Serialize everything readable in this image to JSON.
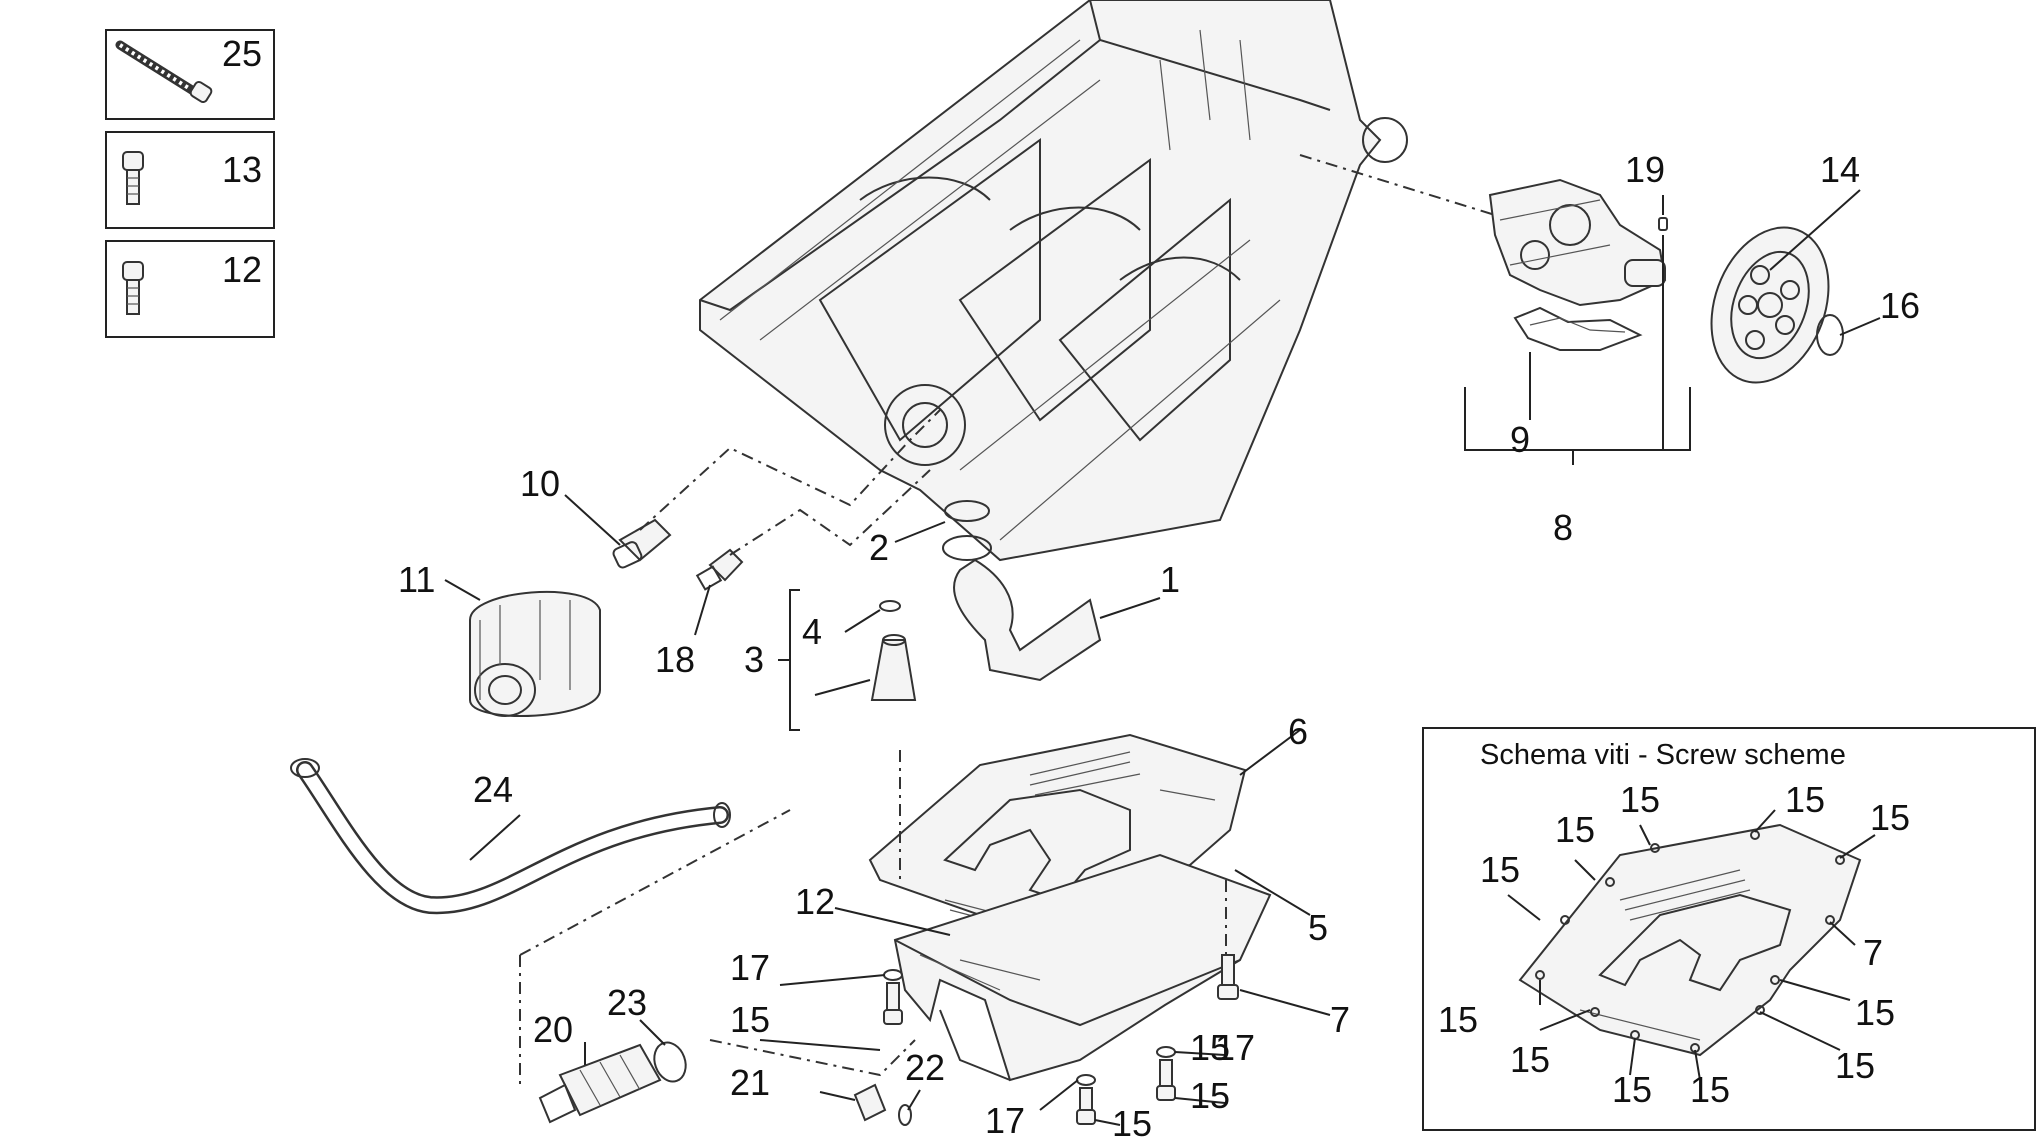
{
  "inset": {
    "caption": "Schema viti - Screw scheme",
    "labels": [
      "15",
      "15",
      "15",
      "15",
      "15",
      "15",
      "7",
      "15",
      "15",
      "15",
      "15",
      "15",
      "15",
      "15"
    ]
  },
  "legend_boxes": [
    "25",
    "13",
    "12"
  ],
  "callouts": [
    "1",
    "2",
    "3",
    "4",
    "5",
    "6",
    "7",
    "7",
    "8",
    "9",
    "10",
    "11",
    "12",
    "14",
    "15",
    "15",
    "15",
    "15",
    "16",
    "17",
    "17",
    "17",
    "18",
    "19",
    "20",
    "21",
    "22",
    "23",
    "24"
  ]
}
